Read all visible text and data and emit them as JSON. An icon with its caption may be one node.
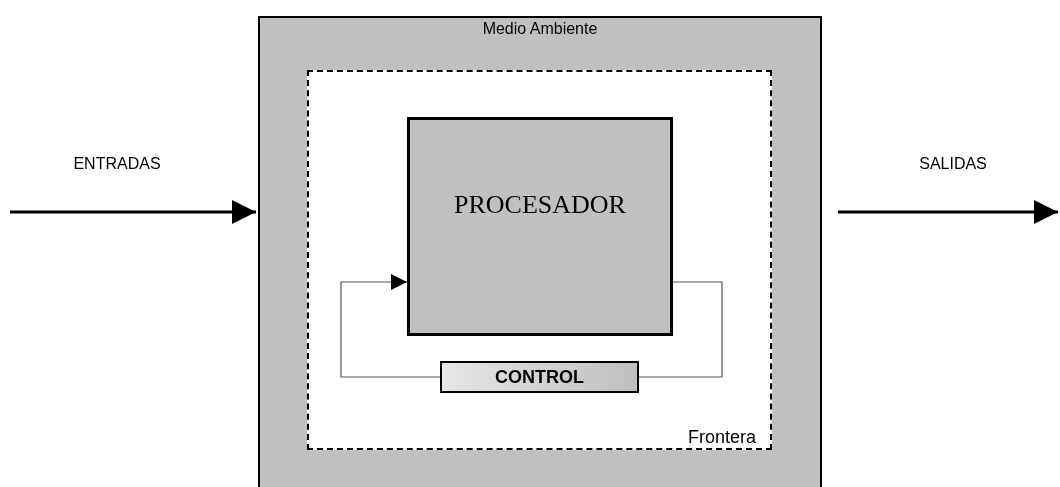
{
  "diagram": {
    "nodes": [
      {
        "text": [
          "Medio Ambiente"
        ]
      },
      {
        "text": [
          "Frontera"
        ],
        "in": 0
      },
      {
        "text": [
          "PROCESADOR"
        ],
        "in": 1
      },
      {
        "text": [
          "CONTROL"
        ],
        "in": 1
      }
    ],
    "edges": [
      {
        "from": null,
        "to": 0,
        "arrow": "to",
        "label": "ENTRADAS",
        "style": "thick"
      },
      {
        "from": 0,
        "to": null,
        "arrow": "to",
        "label": "SALIDAS",
        "style": "thick"
      },
      {
        "from": 2,
        "to": 3,
        "arrow": "none"
      },
      {
        "from": 3,
        "to": 2,
        "arrow": "to"
      }
    ]
  }
}
